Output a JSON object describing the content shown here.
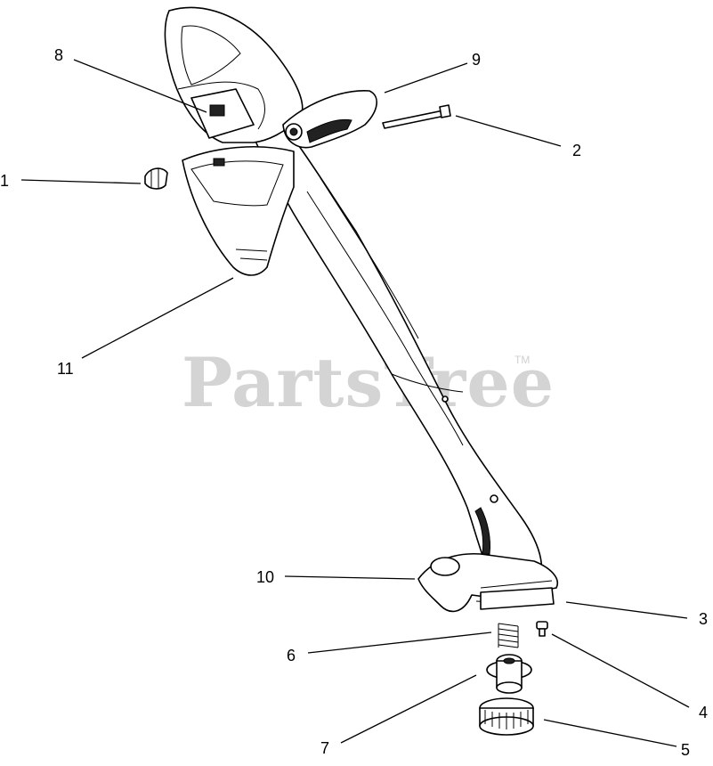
{
  "watermark": {
    "text": "PartsTree",
    "trademark": "TM"
  },
  "callouts": [
    {
      "key": "c1",
      "label": "1"
    },
    {
      "key": "c2",
      "label": "2"
    },
    {
      "key": "c3",
      "label": "3"
    },
    {
      "key": "c4",
      "label": "4"
    },
    {
      "key": "c5",
      "label": "5"
    },
    {
      "key": "c6",
      "label": "6"
    },
    {
      "key": "c7",
      "label": "7"
    },
    {
      "key": "c8",
      "label": "8"
    },
    {
      "key": "c9",
      "label": "9"
    },
    {
      "key": "c10",
      "label": "10"
    },
    {
      "key": "c11",
      "label": "11"
    }
  ]
}
